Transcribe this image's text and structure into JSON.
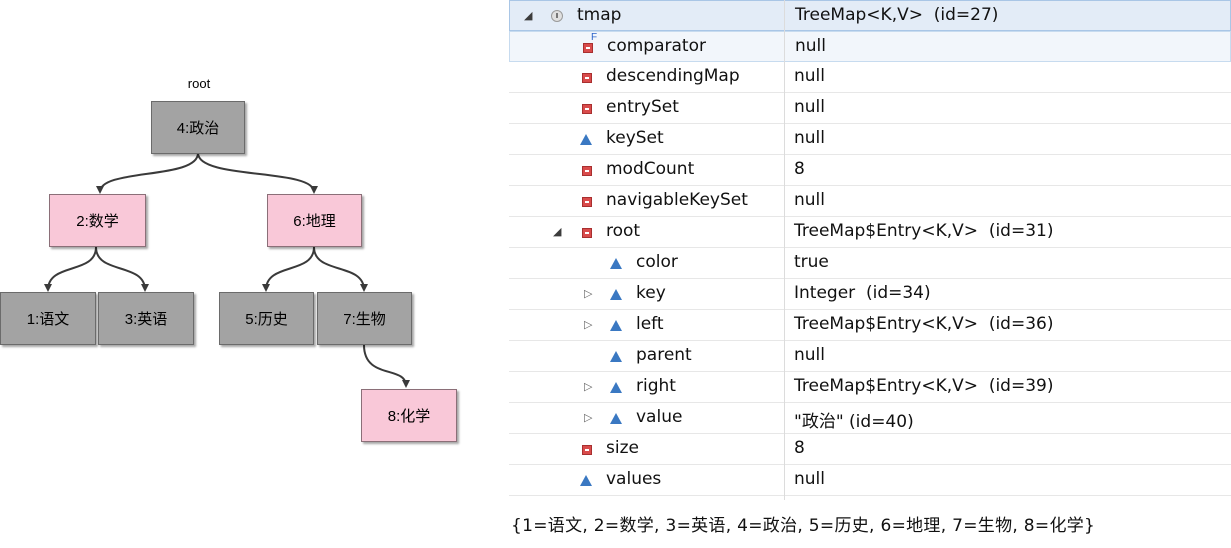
{
  "tree": {
    "root_label": "root",
    "nodes": {
      "n4": "4:政治",
      "n2": "2:数学",
      "n6": "6:地理",
      "n1": "1:语文",
      "n3": "3:英语",
      "n5": "5:历史",
      "n7": "7:生物",
      "n8": "8:化学"
    },
    "colors": {
      "black_node": "#a3a3a3",
      "red_node": "#f9c8d8",
      "edge": "#3a3a3a"
    }
  },
  "variables": {
    "rows": [
      {
        "name": "tmap",
        "value": "TreeMap<K,V>  (id=27)",
        "icon": "local-variable-icon",
        "expand": "expanded"
      },
      {
        "name": "comparator",
        "value": "null",
        "icon": "private-field-icon",
        "final": "F"
      },
      {
        "name": "descendingMap",
        "value": "null",
        "icon": "private-field-icon"
      },
      {
        "name": "entrySet",
        "value": "null",
        "icon": "private-field-icon"
      },
      {
        "name": "keySet",
        "value": "null",
        "icon": "protected-field-icon"
      },
      {
        "name": "modCount",
        "value": "8",
        "icon": "private-field-icon"
      },
      {
        "name": "navigableKeySet",
        "value": "null",
        "icon": "private-field-icon"
      },
      {
        "name": "root",
        "value": "TreeMap$Entry<K,V>  (id=31)",
        "icon": "private-field-icon",
        "expand": "expanded"
      },
      {
        "name": "color",
        "value": "true",
        "icon": "protected-field-icon"
      },
      {
        "name": "key",
        "value": "Integer  (id=34)",
        "icon": "protected-field-icon",
        "expand": "collapsed"
      },
      {
        "name": "left",
        "value": "TreeMap$Entry<K,V>  (id=36)",
        "icon": "protected-field-icon",
        "expand": "collapsed"
      },
      {
        "name": "parent",
        "value": "null",
        "icon": "protected-field-icon"
      },
      {
        "name": "right",
        "value": "TreeMap$Entry<K,V>  (id=39)",
        "icon": "protected-field-icon",
        "expand": "collapsed"
      },
      {
        "name": "value",
        "value": "\"政治\" (id=40)",
        "icon": "protected-field-icon",
        "expand": "collapsed"
      },
      {
        "name": "size",
        "value": "8",
        "icon": "private-field-icon"
      },
      {
        "name": "values",
        "value": "null",
        "icon": "protected-field-icon"
      }
    ]
  },
  "console": {
    "output": "{1=语文, 2=数学, 3=英语, 4=政治, 5=历史, 6=地理, 7=生物, 8=化学}"
  }
}
